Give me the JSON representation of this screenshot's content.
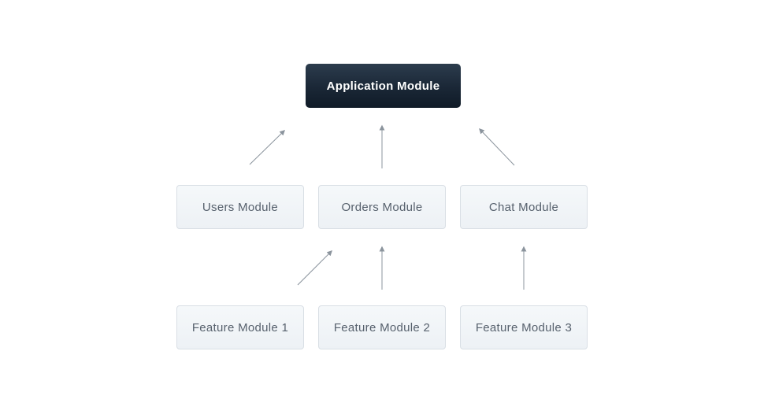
{
  "diagram": {
    "nodes": {
      "application": {
        "label": "Application Module",
        "role": "root"
      },
      "users": {
        "label": "Users Module"
      },
      "orders": {
        "label": "Orders Module"
      },
      "chat": {
        "label": "Chat Module"
      },
      "feature1": {
        "label": "Feature Module 1"
      },
      "feature2": {
        "label": "Feature Module 2"
      },
      "feature3": {
        "label": "Feature Module 3"
      }
    },
    "edges": [
      {
        "from": "users",
        "to": "application"
      },
      {
        "from": "orders",
        "to": "application"
      },
      {
        "from": "chat",
        "to": "application"
      },
      {
        "from": "feature1",
        "to": "orders"
      },
      {
        "from": "feature2",
        "to": "orders"
      },
      {
        "from": "feature3",
        "to": "chat"
      }
    ],
    "colors": {
      "background": "#ffffff",
      "app_node_bg_top": "#2c3c4d",
      "app_node_bg_bottom": "#101b27",
      "app_node_text": "#ffffff",
      "module_node_bg_top": "#f5f8fa",
      "module_node_bg_bottom": "#edf1f5",
      "module_node_border": "#d9dfe5",
      "module_node_text": "#57616d",
      "arrow": "#8b949d"
    }
  }
}
